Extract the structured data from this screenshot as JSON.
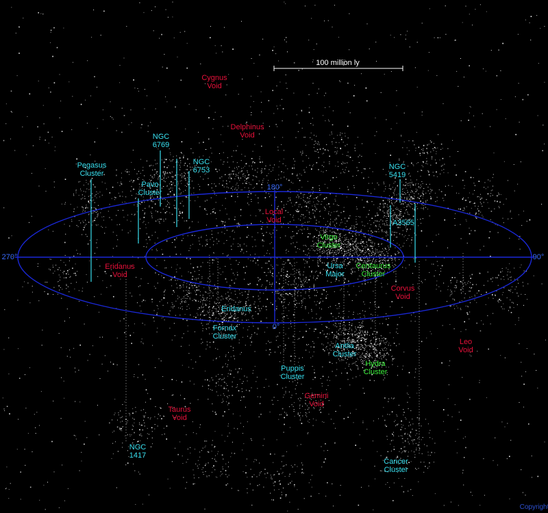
{
  "scale": {
    "label": "100 million ly"
  },
  "axis_labels": {
    "deg_0": "0°",
    "deg_90": "90°",
    "deg_180": "180°",
    "deg_270": "270°"
  },
  "voids": {
    "cygnus": "Cygnus\nVoid",
    "delphinus": "Delphinus\nVoid",
    "local": "Local\nVoid",
    "eridanus": "Eridanus\nVoid",
    "corvus": "Corvus\nVoid",
    "leo": "Leo\nVoid",
    "taurus": "Taurus\nVoid",
    "gemini": "Gemini\nVoid"
  },
  "clusters": {
    "ngc6769": "NGC\n6769",
    "ngc6753": "NGC\n6753",
    "pegasus": "Pegasus\nCluster",
    "pavo": "Pavo\nCluster",
    "ngc5419": "NGC\n5419",
    "a3565": "A3565",
    "ursa_major": "Ursa\nMajor",
    "eridanus": "Eridanus",
    "fornax": "Fornax\nCluster",
    "antlia": "Antlia\nCluster",
    "puppis": "Puppis\nCluster",
    "ngc1417": "NGC\n1417",
    "cancer": "Cancer\nCluster",
    "virgo": "Virgo\nCluster",
    "centaurus": "Centaurus\nCluster",
    "hydra": "Hydra\nCluster"
  },
  "credit": "Copyright",
  "colors": {
    "void": "#e8103a",
    "cluster": "#38e0f0",
    "green_cluster": "#3cf03c",
    "grid": "#1a28d8",
    "star": "#ffffff"
  }
}
